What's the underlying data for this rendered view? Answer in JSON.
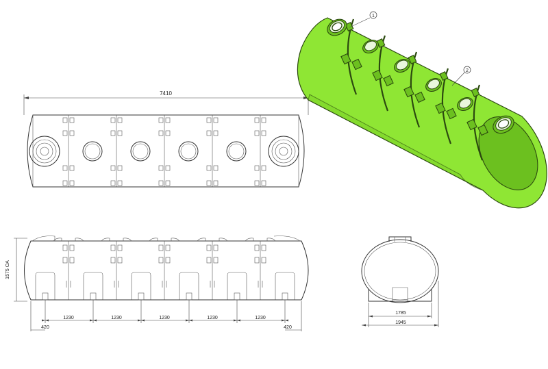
{
  "top_view": {
    "overall_length": "7410"
  },
  "iso_view": {
    "callouts": [
      "1",
      "2"
    ]
  },
  "front_view": {
    "height_label": "1575 OA",
    "spacings": [
      "1230",
      "1230",
      "1230",
      "1230",
      "1230"
    ],
    "end_offsets": [
      "420",
      "420"
    ]
  },
  "end_view": {
    "inner_width": "1785",
    "outer_width": "1945"
  },
  "colors": {
    "tank_green": "#8fe634",
    "line": "#333333"
  }
}
